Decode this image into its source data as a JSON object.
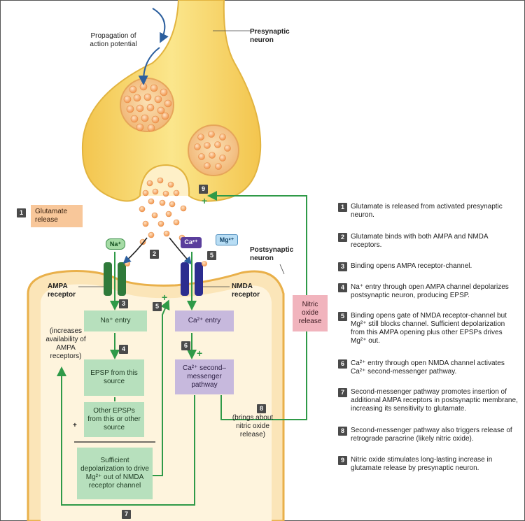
{
  "labels": {
    "propagation": "Propagation of action potential",
    "presynaptic": "Presynaptic neuron",
    "postsynaptic": "Postsynaptic neuron",
    "ampa_receptor": "AMPA receptor",
    "nmda_receptor": "NMDA receptor",
    "glutamate_release": "Glutamate release",
    "increases": "(increases availability of AMPA receptors)",
    "brings_about": "(brings about nitric oxide release)",
    "plus_sign": "+"
  },
  "ions": {
    "na": "Na⁺",
    "ca": "Ca²⁺",
    "mg": "Mg²⁺"
  },
  "boxes": {
    "na_entry": "Na⁺ entry",
    "epsp": "EPSP from this source",
    "other_epsps": "Other EPSPs from this or other source",
    "sufficient": "Sufficient depolarization to drive Mg²⁺ out of NMDA receptor channel",
    "ca_entry": "Ca²⁺ entry",
    "ca_second": "Ca²⁺ second– messenger pathway",
    "nitric_oxide": "Nitric oxide release"
  },
  "markers": {
    "m1": "1",
    "m2": "2",
    "m3": "3",
    "m4": "4",
    "m5a": "5",
    "m5b": "5",
    "m6": "6",
    "m7": "7",
    "m8": "8",
    "m9": "9"
  },
  "steps": [
    {
      "num": "1",
      "text": "Glutamate is released from activated presynaptic neuron."
    },
    {
      "num": "2",
      "text": "Glutamate binds with both AMPA and NMDA receptors."
    },
    {
      "num": "3",
      "text": "Binding opens AMPA receptor-channel."
    },
    {
      "num": "4",
      "text": "Na⁺ entry through open AMPA channel depolarizes postsynaptic neuron, producing EPSP."
    },
    {
      "num": "5",
      "text": "Binding opens gate of NMDA receptor-channel but Mg²⁺ still blocks channel. Sufficient depolarization from this AMPA opening plus other EPSPs drives Mg²⁺ out."
    },
    {
      "num": "6",
      "text": "Ca²⁺ entry through open NMDA channel activates Ca²⁺ second-messenger pathway."
    },
    {
      "num": "7",
      "text": "Second-messenger pathway promotes insertion of additional AMPA receptors in postsynaptic membrane, increasing its sensitivity to glutamate."
    },
    {
      "num": "8",
      "text": "Second-messenger pathway also triggers release of retrograde paracrine (likely nitric oxide)."
    },
    {
      "num": "9",
      "text": "Nitric oxide stimulates long-lasting increase in glutamate release by presynaptic neuron."
    }
  ],
  "colors": {
    "neuron_fill": "#f6d66e",
    "neuron_edge": "#e2b440",
    "postsynaptic_fill": "#fbe5b8",
    "pathway_green": "#2f9a48",
    "ampa_channel": "#2f7a3a",
    "nmda_channel": "#2c2d8f"
  }
}
